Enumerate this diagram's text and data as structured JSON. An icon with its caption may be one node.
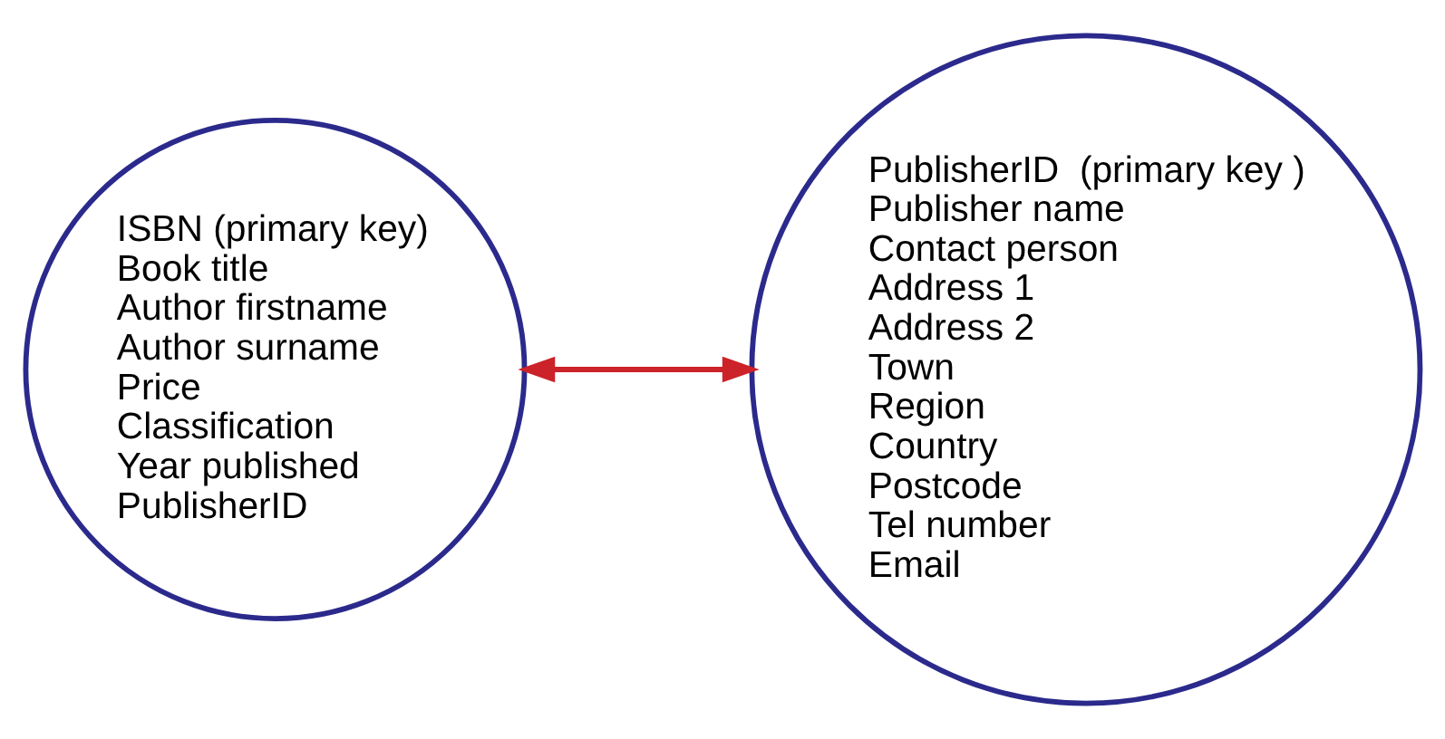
{
  "diagram": {
    "nodes": [
      {
        "text": [
          "ISBN (primary key)",
          "Book title",
          "Author firstname",
          "Author surname",
          "Price",
          "Classification",
          "Year published",
          "PublisherID"
        ]
      },
      {
        "text": [
          "PublisherID  (primary key )",
          "Publisher name",
          "Contact person",
          "Address 1",
          "Address 2",
          "Town",
          "Region",
          "Country",
          "Postcode",
          "Tel number",
          "Email"
        ]
      }
    ],
    "edges": [
      {
        "from": 0,
        "to": 1,
        "arrow": "both",
        "color": "#cc2229"
      }
    ]
  }
}
